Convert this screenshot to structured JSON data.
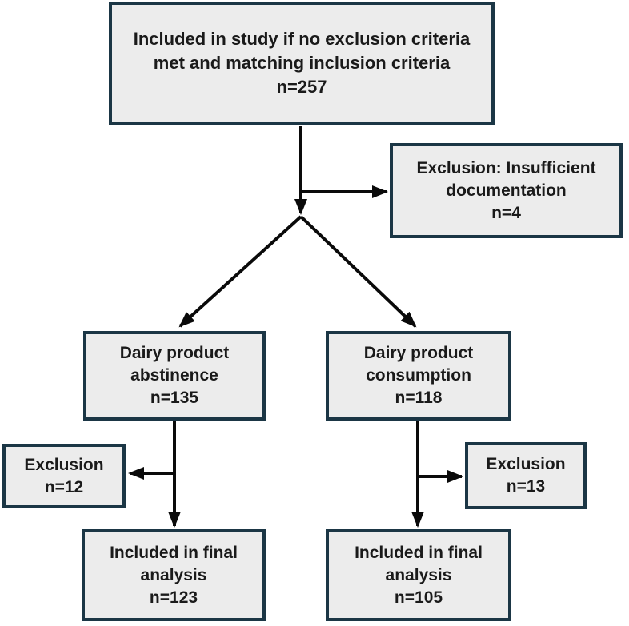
{
  "colors": {
    "background": "#ffffff",
    "box_fill": "#ececec",
    "box_border": "#1b3645",
    "arrow": "#0a0a0a",
    "text": "#1a1a1a"
  },
  "boxes": {
    "included_study": {
      "lines": [
        "Included in study if no exclusion criteria",
        "met and matching inclusion criteria",
        "n=257"
      ]
    },
    "exclusion_documentation": {
      "lines": [
        "Exclusion: Insufficient",
        "documentation",
        "n=4"
      ]
    },
    "dairy_abstinence": {
      "lines": [
        "Dairy product",
        "abstinence",
        "n=135"
      ]
    },
    "dairy_consumption": {
      "lines": [
        "Dairy product",
        "consumption",
        "n=118"
      ]
    },
    "exclusion_abstinence": {
      "lines": [
        "Exclusion",
        "n=12"
      ]
    },
    "exclusion_consumption": {
      "lines": [
        "Exclusion",
        "n=13"
      ]
    },
    "final_analysis_abstinence": {
      "lines": [
        "Included in final",
        "analysis",
        "n=123"
      ]
    },
    "final_analysis_consumption": {
      "lines": [
        "Included in final",
        "analysis",
        "n=105"
      ]
    }
  }
}
